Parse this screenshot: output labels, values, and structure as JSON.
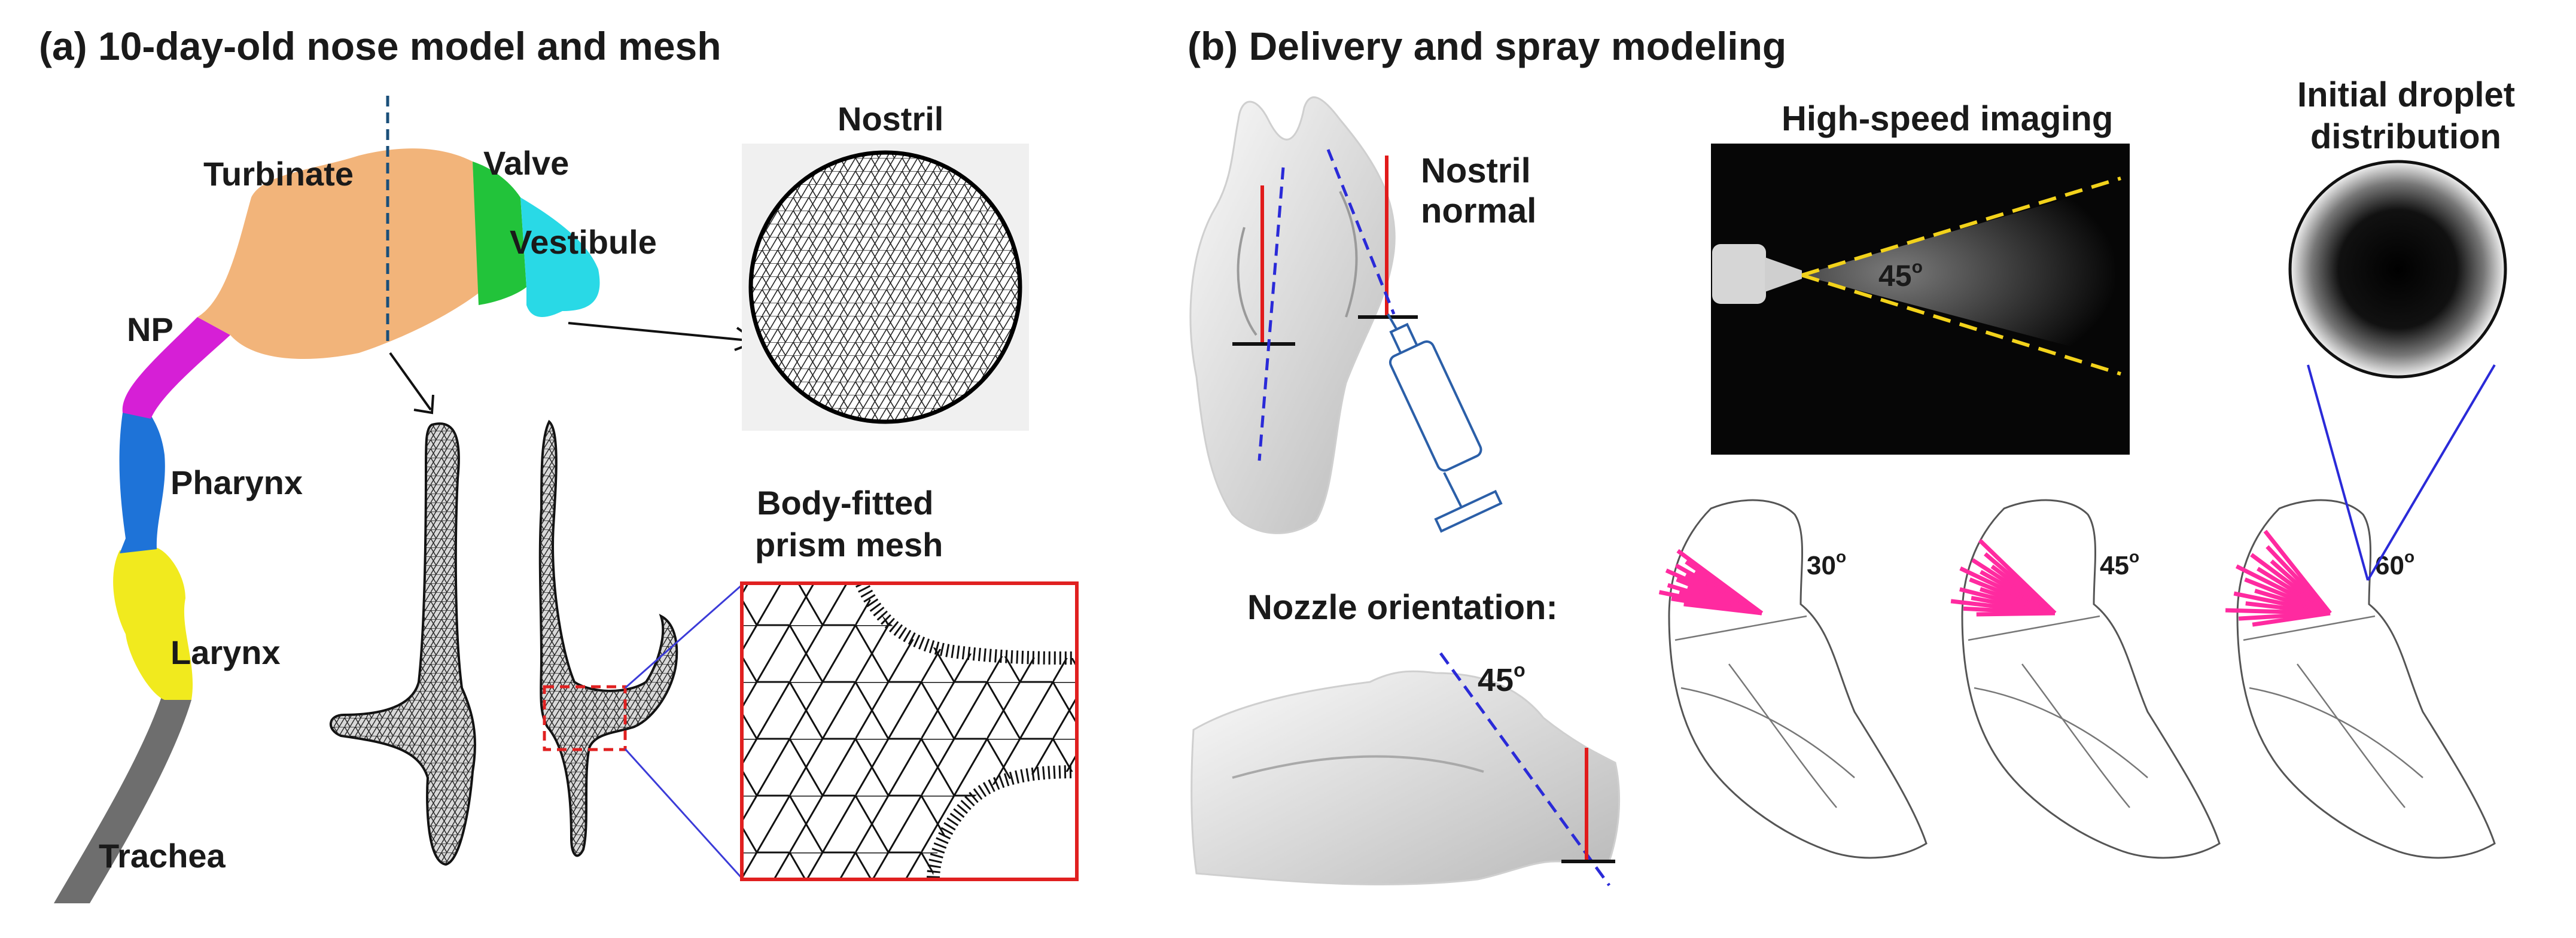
{
  "panel_a": {
    "title": "(a) 10-day-old nose model and mesh",
    "labels": {
      "turbinate": "Turbinate",
      "valve": "Valve",
      "vestibule": "Vestibule",
      "np": "NP",
      "pharynx": "Pharynx",
      "larynx": "Larynx",
      "trachea": "Trachea",
      "nostril": "Nostril",
      "prism_line1": "Body-fitted",
      "prism_line2": "prism mesh"
    },
    "colors": {
      "turbinate": "#f2b47a",
      "valve": "#22c33a",
      "vestibule": "#29d9e6",
      "np": "#d61fd6",
      "pharynx": "#1e73d8",
      "larynx": "#f1ea1e",
      "trachea": "#6e6e6e",
      "highlight": "#e02020"
    }
  },
  "panel_b": {
    "title": "(b) Delivery and spray modeling",
    "nostril_normal_line1": "Nostril",
    "nostril_normal_line2": "normal",
    "high_speed": "High-speed imaging",
    "initial_line1": "Initial droplet",
    "initial_line2": "distribution",
    "nozzle_orientation": "Nozzle orientation:",
    "spray_angle": {
      "value": "45",
      "unit": "o"
    },
    "nozzle_angle": {
      "value": "45",
      "unit": "o"
    },
    "cone_angles": [
      {
        "value": "30",
        "unit": "o"
      },
      {
        "value": "45",
        "unit": "o"
      },
      {
        "value": "60",
        "unit": "o"
      }
    ],
    "colors": {
      "spray": "#ff2aa0",
      "cone_edge": "#f2d21b",
      "normal": "#e11b1b",
      "axis": "#2a2ad8"
    }
  }
}
